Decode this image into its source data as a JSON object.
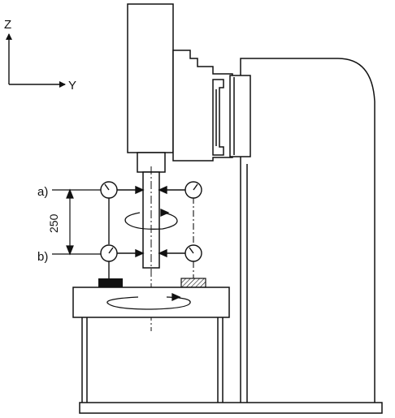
{
  "axes": {
    "z_label": "Z",
    "y_label": "Y"
  },
  "labels": {
    "position_a": "a)",
    "position_b": "b)",
    "distance": "250"
  },
  "colors": {
    "ink": "#111111",
    "background": "#ffffff",
    "block_dark": "#111111"
  }
}
